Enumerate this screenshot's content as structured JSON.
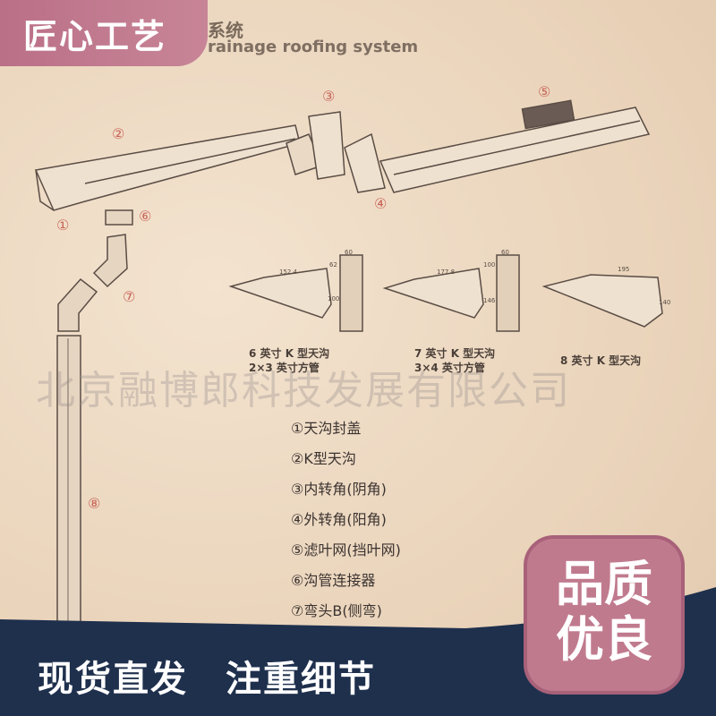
{
  "header": {
    "title_cn_partial": "系统",
    "title_en_partial": "rainage roofing system"
  },
  "badge_top_left": "匠心工艺",
  "callouts": [
    "①",
    "②",
    "③",
    "④",
    "⑤",
    "⑥",
    "⑦",
    "⑧"
  ],
  "profiles": [
    {
      "line1": "6 英寸 K 型天沟",
      "line2": "2×3 英寸方管",
      "dims": [
        "152.4",
        "60",
        "62",
        "100"
      ]
    },
    {
      "line1": "7 英寸 K 型天沟",
      "line2": "3×4 英寸方管",
      "dims": [
        "177.8",
        "60",
        "100",
        "146"
      ]
    },
    {
      "line1": "8 英寸 K 型天沟",
      "line2": "",
      "dims": [
        "195",
        "140"
      ]
    }
  ],
  "watermark": "北京融博郎科技发展有限公司",
  "legend": [
    "①天沟封盖",
    "②K型天沟",
    "③内转角(阴角)",
    "④外转角(阳角)",
    "⑤滤叶网(挡叶网)",
    "⑥沟管连接器",
    "⑦弯头B(侧弯)"
  ],
  "bottom_banner": "现货直发　注重细节",
  "badge_bottom_right": {
    "line1": "品质",
    "line2": "优良"
  },
  "colors": {
    "pink": "#b96e86",
    "navy": "#1f304d",
    "background": "#ecd9c2"
  }
}
